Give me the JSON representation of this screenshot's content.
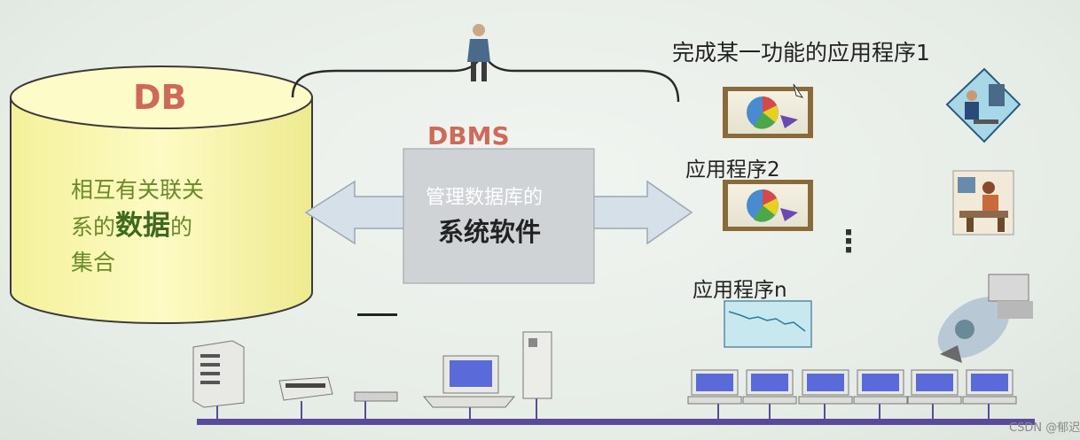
{
  "db": {
    "title": "DB",
    "desc_line1": "相互有关联关",
    "desc_line2_pre": "系的",
    "desc_line2_bold": "数据",
    "desc_line2_post": "的",
    "desc_line3": "集合"
  },
  "dbms": {
    "title": "DBMS",
    "desc_line1": "管理数据库的",
    "desc_line2": "系统软件"
  },
  "apps": {
    "app1_label": "完成某一功能的应用程序1",
    "app2_label": "应用程序2",
    "appn_label": "应用程序n",
    "ellipsis": "⋮"
  },
  "watermark": "CSDN @郁迟",
  "colors": {
    "db_fill": "#fbf8b0",
    "db_title": "#cf6a5a",
    "db_text": "#6a8a2a",
    "arrow_fill": "#d8e2ea",
    "box_fill": "#d0d4d8",
    "network_line": "#5a4a9a"
  }
}
